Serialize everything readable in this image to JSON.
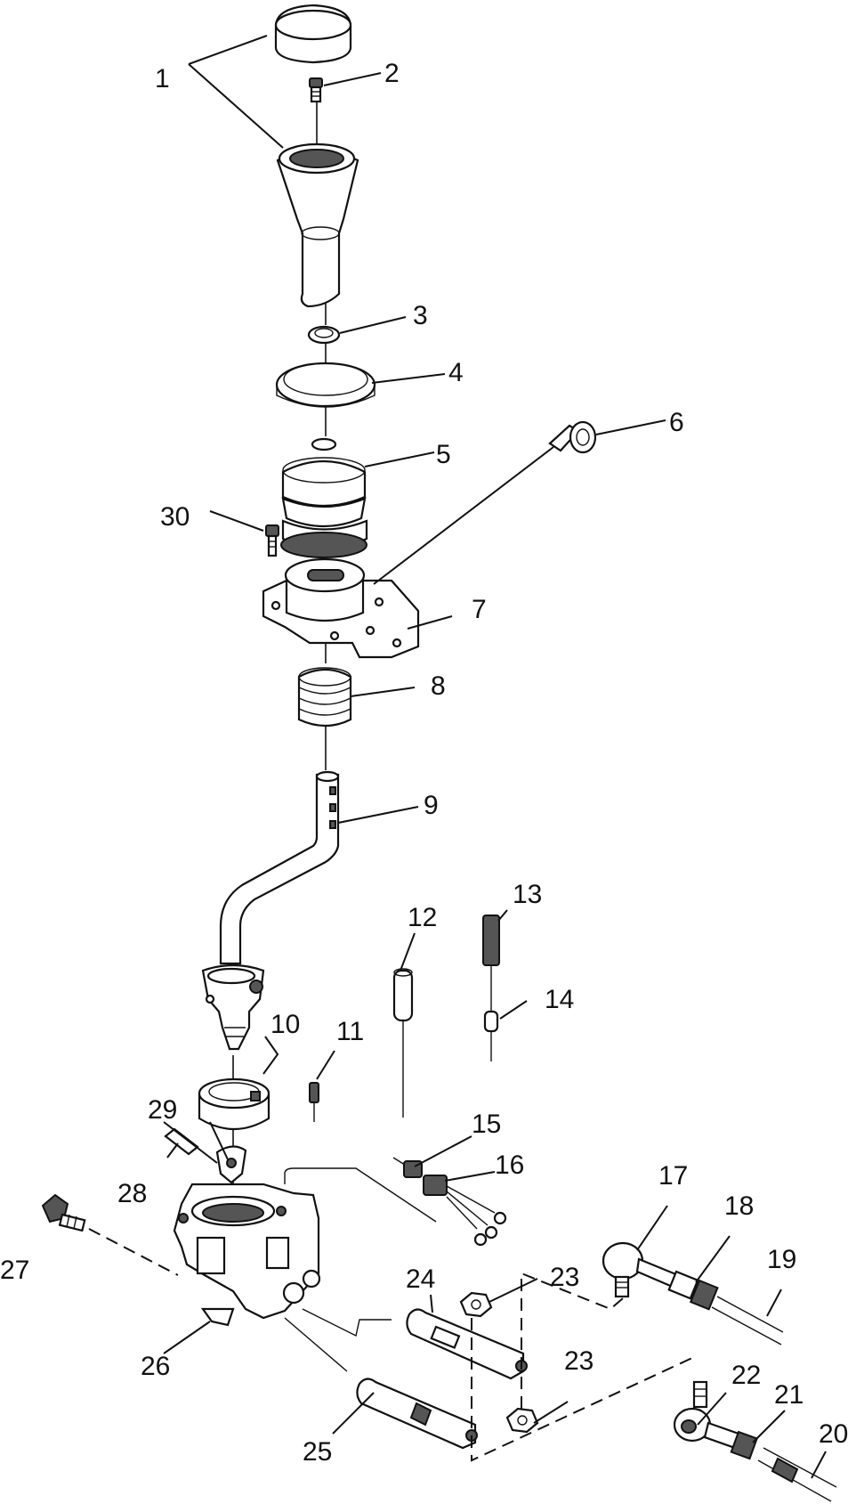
{
  "callouts": [
    {
      "id": "1",
      "text": "1"
    },
    {
      "id": "2",
      "text": "2"
    },
    {
      "id": "3",
      "text": "3"
    },
    {
      "id": "4",
      "text": "4"
    },
    {
      "id": "5",
      "text": "5"
    },
    {
      "id": "6",
      "text": "6"
    },
    {
      "id": "7",
      "text": "7"
    },
    {
      "id": "8",
      "text": "8"
    },
    {
      "id": "9",
      "text": "9"
    },
    {
      "id": "10",
      "text": "10"
    },
    {
      "id": "11",
      "text": "11"
    },
    {
      "id": "12",
      "text": "12"
    },
    {
      "id": "13",
      "text": "13"
    },
    {
      "id": "14",
      "text": "14"
    },
    {
      "id": "15",
      "text": "15"
    },
    {
      "id": "16",
      "text": "16"
    },
    {
      "id": "17",
      "text": "17"
    },
    {
      "id": "18",
      "text": "18"
    },
    {
      "id": "19",
      "text": "19"
    },
    {
      "id": "20",
      "text": "20"
    },
    {
      "id": "21",
      "text": "21"
    },
    {
      "id": "22",
      "text": "22"
    },
    {
      "id": "23a",
      "text": "23"
    },
    {
      "id": "23b",
      "text": "23"
    },
    {
      "id": "24",
      "text": "24"
    },
    {
      "id": "25",
      "text": "25"
    },
    {
      "id": "26",
      "text": "26"
    },
    {
      "id": "27",
      "text": "27"
    },
    {
      "id": "28",
      "text": "28"
    },
    {
      "id": "29",
      "text": "29"
    },
    {
      "id": "30",
      "text": "30"
    }
  ]
}
